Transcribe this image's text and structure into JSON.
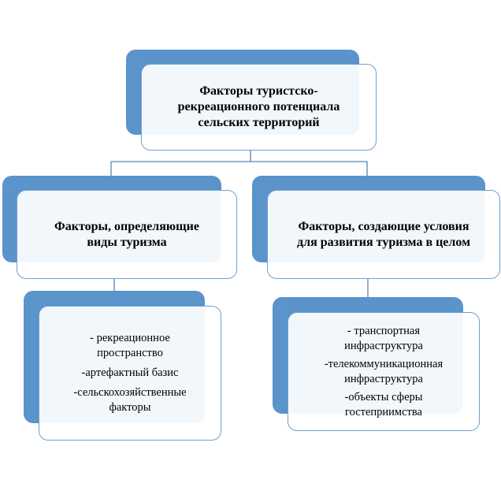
{
  "root": {
    "lines": [
      "Факторы туристско-",
      "рекреационного потенциала",
      "сельских территорий"
    ]
  },
  "left_category": {
    "lines": [
      "Факторы, определяющие",
      "виды туризма"
    ]
  },
  "right_category": {
    "lines": [
      "Факторы, создающие условия",
      "для развития туризма в целом"
    ]
  },
  "left_items": {
    "lines": [
      "- рекреационное",
      "пространство",
      "-артефактный базис",
      "-сельскохозяйственные",
      "факторы"
    ]
  },
  "right_items": {
    "lines": [
      "- транспортная",
      "инфраструктура",
      "-телекоммуникационная",
      "инфраструктура",
      "-объекты сферы",
      "гостеприимства"
    ]
  },
  "colors": {
    "accent": "#5b93cb",
    "border": "#6ea0d2",
    "connector": "#4f86c0"
  }
}
